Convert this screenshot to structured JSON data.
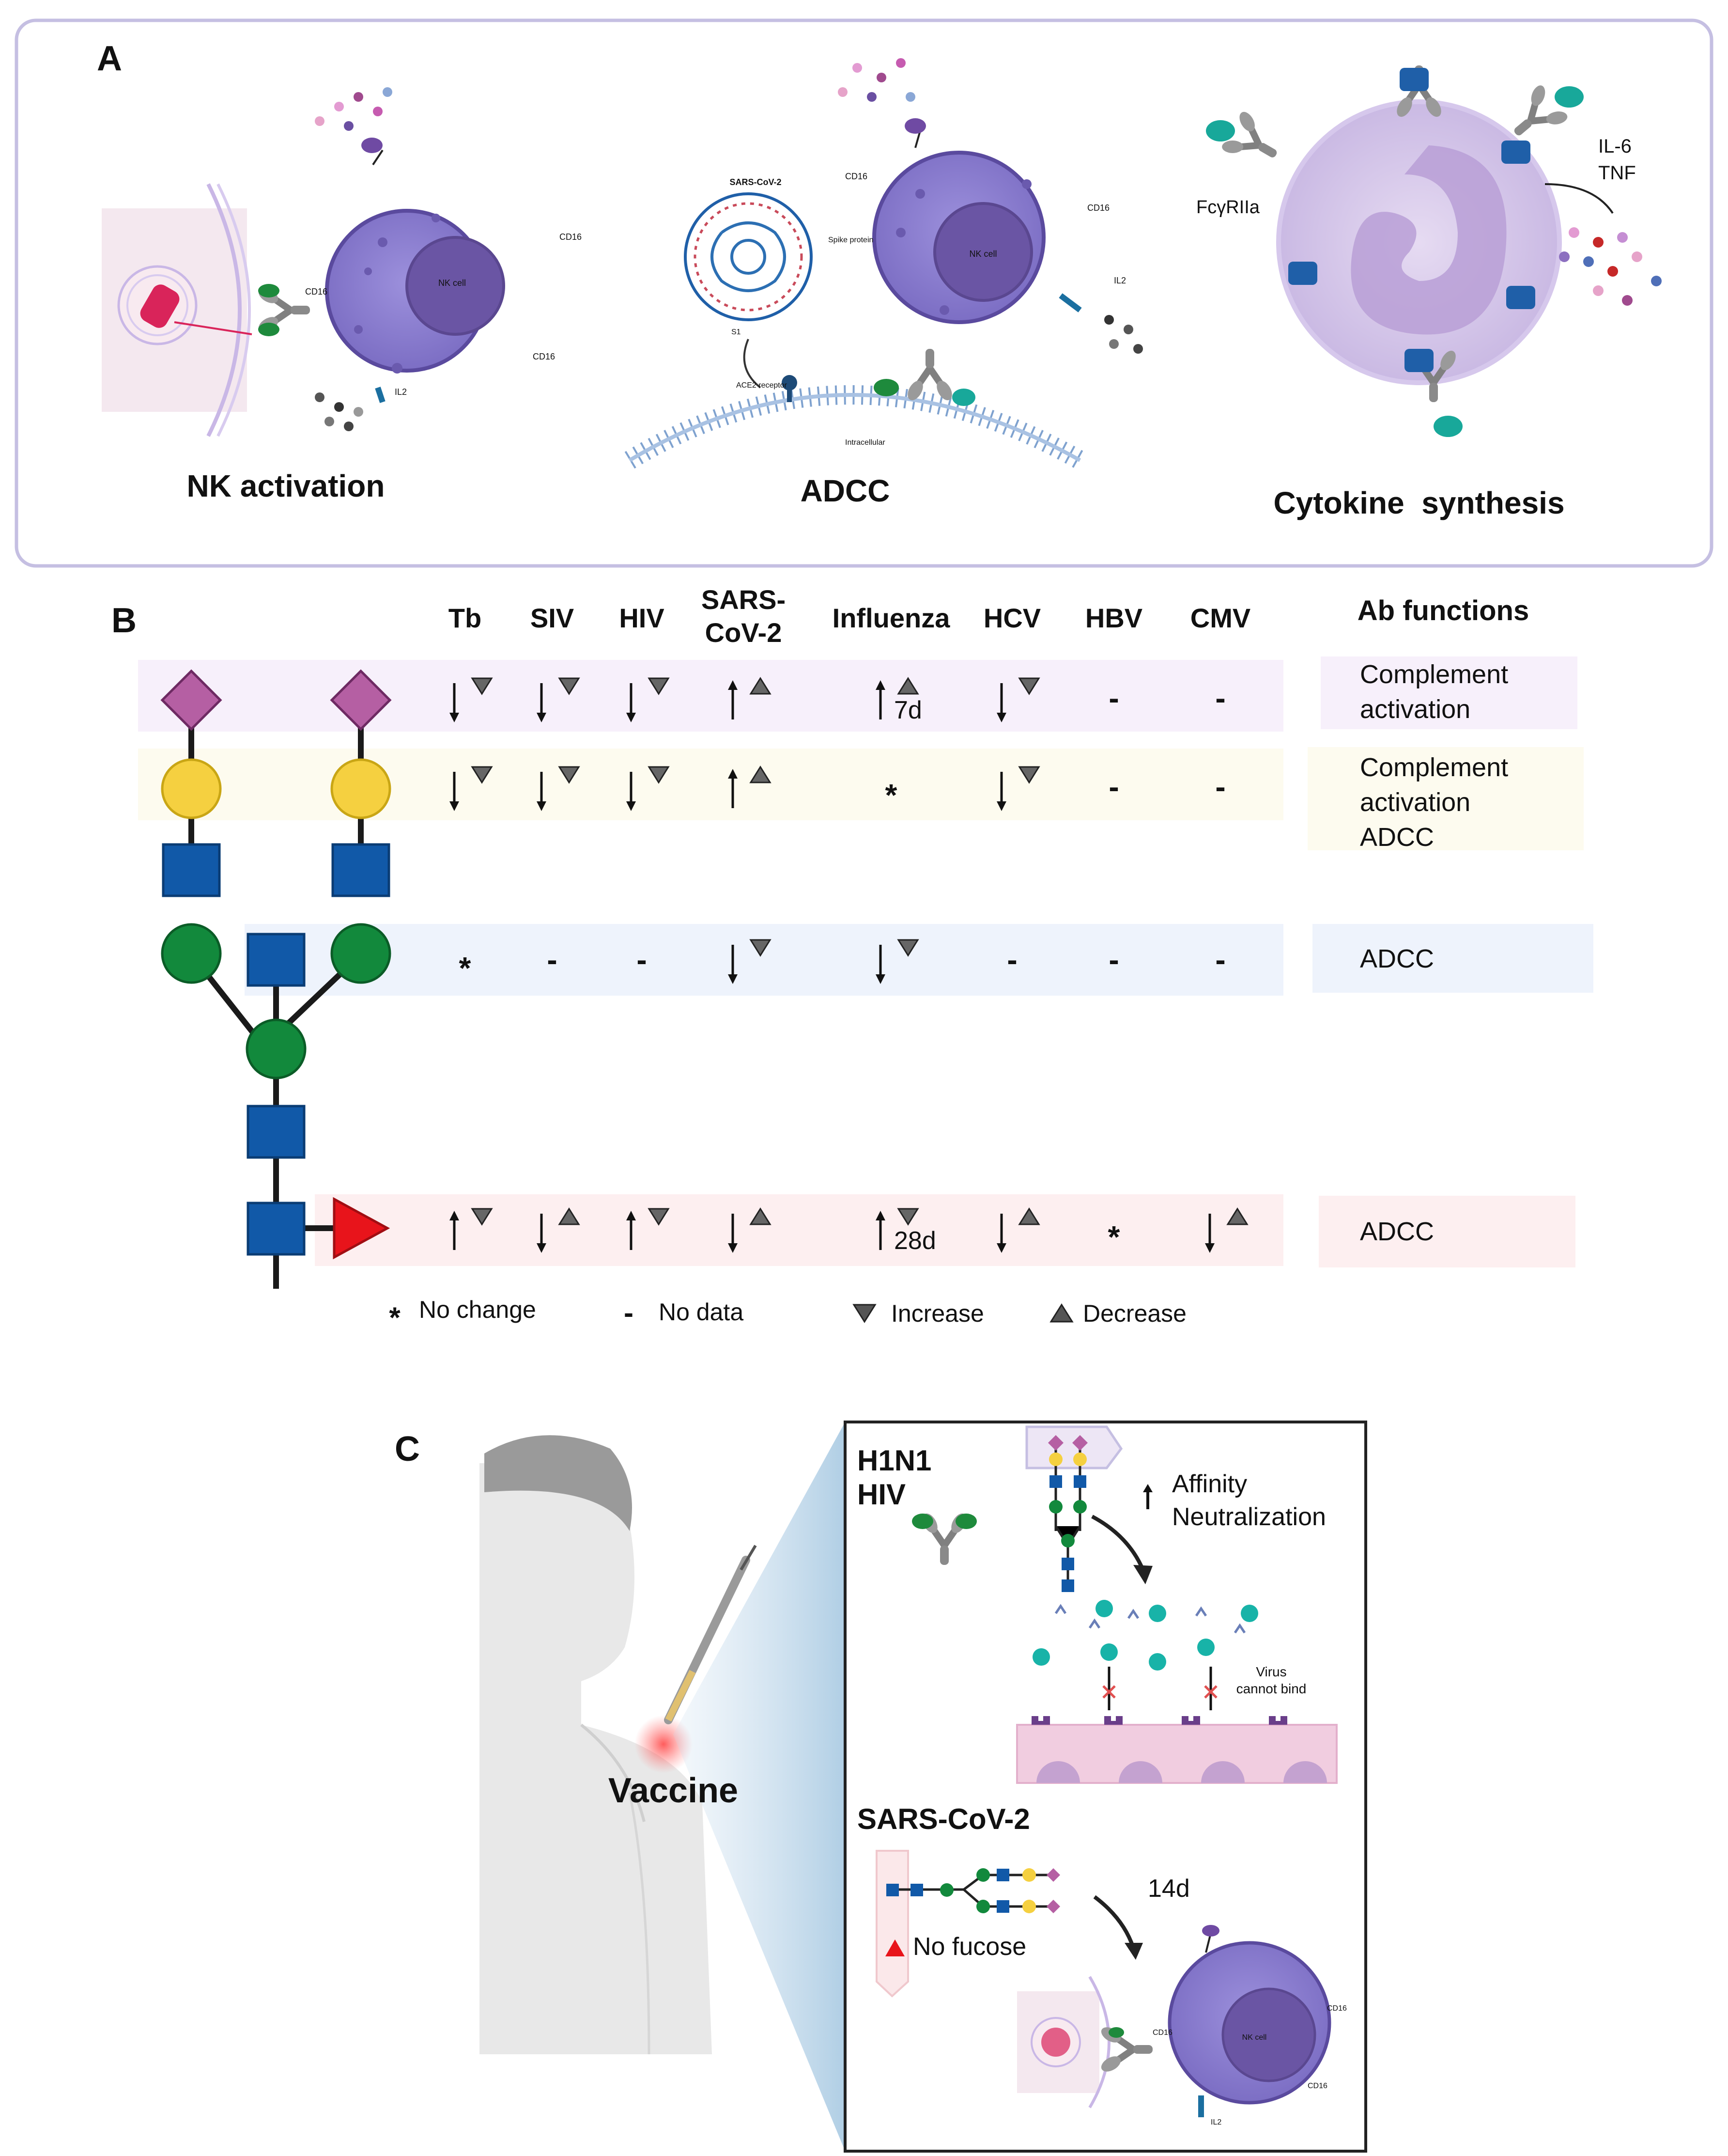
{
  "panelA": {
    "label": "A",
    "nk": {
      "title": "NK activation",
      "cell_label": "NK cell",
      "cd16_a": "CD16",
      "cd16_b": "CD16",
      "cd16_c": "CD16",
      "il2": "IL2"
    },
    "adcc": {
      "title": "ADCC",
      "virus_label": "SARS-CoV-2",
      "spike": "Spike protein",
      "s1": "S1",
      "ace2": "ACE2 receptor",
      "intracellular": "Intracellular",
      "cell_label": "NK cell",
      "cd16_a": "CD16",
      "cd16_b": "CD16",
      "il2": "IL2"
    },
    "cytokine": {
      "title": "Cytokine  synthesis",
      "receptor": "FcγRIIa",
      "il6": "IL-6",
      "tnf": "TNF"
    }
  },
  "panelB": {
    "label": "B",
    "columns": [
      "Tb",
      "SIV",
      "HIV",
      "SARS-CoV-2",
      "Influenza",
      "HCV",
      "HBV",
      "CMV"
    ],
    "functions_header": "Ab functions",
    "rows": [
      {
        "glycan": "sialic acid",
        "cells": [
          {
            "arrow": "down",
            "tri": "down"
          },
          {
            "arrow": "down",
            "tri": "down"
          },
          {
            "arrow": "down",
            "tri": "down"
          },
          {
            "arrow": "up",
            "tri": "up"
          },
          {
            "arrow": "up",
            "tri": "up",
            "note": "7d"
          },
          {
            "arrow": "down",
            "tri": "down"
          },
          {
            "sym": "-"
          },
          {
            "sym": "-"
          }
        ],
        "function_lines": [
          "Complement",
          "activation"
        ]
      },
      {
        "glycan": "galactose",
        "cells": [
          {
            "arrow": "down",
            "tri": "down"
          },
          {
            "arrow": "down",
            "tri": "down"
          },
          {
            "arrow": "down",
            "tri": "down"
          },
          {
            "arrow": "up",
            "tri": "up"
          },
          {
            "sym": "*"
          },
          {
            "arrow": "down",
            "tri": "down"
          },
          {
            "sym": "-"
          },
          {
            "sym": "-"
          }
        ],
        "function_lines": [
          "Complement",
          "activation",
          "ADCC"
        ]
      },
      {
        "glycan": "bisecting GlcNAc",
        "cells": [
          {
            "sym": "*"
          },
          {
            "sym": "-"
          },
          {
            "sym": "-"
          },
          {
            "arrow": "down",
            "tri": "down"
          },
          {
            "arrow": "down",
            "tri": "down"
          },
          {
            "sym": "-"
          },
          {
            "sym": "-"
          },
          {
            "sym": "-"
          }
        ],
        "function_lines": [
          "ADCC"
        ]
      },
      {
        "glycan": "fucose",
        "cells": [
          {
            "arrow": "up",
            "tri": "down"
          },
          {
            "arrow": "down",
            "tri": "up"
          },
          {
            "arrow": "up",
            "tri": "down"
          },
          {
            "arrow": "down",
            "tri": "up"
          },
          {
            "arrow": "up",
            "tri": "down",
            "note": "28d"
          },
          {
            "arrow": "down",
            "tri": "up"
          },
          {
            "sym": "*"
          },
          {
            "arrow": "down",
            "tri": "up"
          }
        ],
        "function_lines": [
          "ADCC"
        ]
      }
    ],
    "legend": {
      "nochange_sym": "*",
      "nochange": "No change",
      "nodata_sym": "-",
      "nodata": "No data",
      "increase": "Increase",
      "decrease": "Decrease"
    }
  },
  "panelC": {
    "label": "C",
    "vaccine": "Vaccine",
    "box1": {
      "line1": "H1N1",
      "line2": "HIV",
      "affinity": "Affinity",
      "neutralization": "Neutralization",
      "virus_cannot": "Virus",
      "cannot_bind": "cannot bind"
    },
    "box2": {
      "title": "SARS-CoV-2",
      "days": "14d",
      "no_fucose": "No fucose",
      "cell_label": "NK cell",
      "cd16_a": "CD16",
      "cd16_b": "CD16",
      "cd16_c": "CD16",
      "il2": "IL2"
    }
  },
  "colors": {
    "sialic": "#b55fa3",
    "galactose": "#f5d040",
    "glcnac": "#1159a8",
    "mannose": "#12893c",
    "fucose": "#e8141b",
    "nk_cell": "#8c7fd0",
    "nucleus": "#6e55a6",
    "row1_bg": "#f7f0fb",
    "row2_bg": "#fdfbef",
    "row3_bg": "#eef3fc",
    "row4_bg": "#fdeff0"
  }
}
